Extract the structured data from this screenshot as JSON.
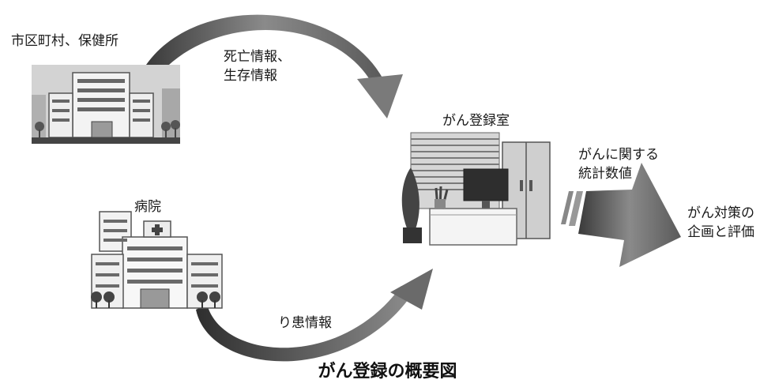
{
  "nodes": {
    "municipality": {
      "label": "市区町村、保健所"
    },
    "hospital": {
      "label": "病院"
    },
    "registry": {
      "label": "がん登録室"
    },
    "policy": {
      "line1": "がん対策の",
      "line2": "企画と評価"
    }
  },
  "flows": {
    "death_info": {
      "line1": "死亡情報、",
      "line2": "生存情報"
    },
    "patient_info": {
      "label": "り患情報"
    },
    "statistics": {
      "line1": "がんに関する",
      "line2": "統計数値"
    }
  },
  "caption": "がん登録の概要図"
}
